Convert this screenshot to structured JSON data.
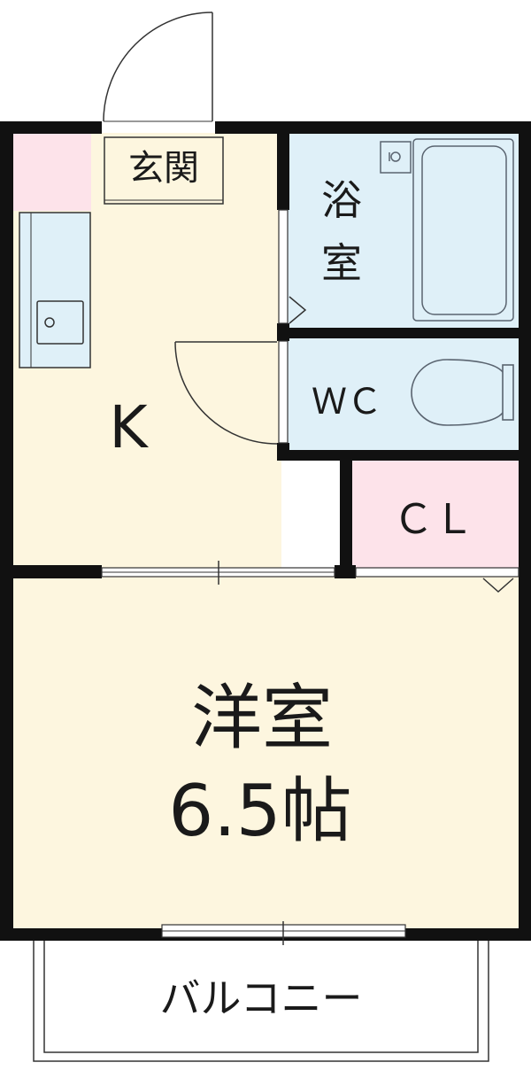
{
  "rooms": {
    "genkan": "玄関",
    "bath_line1": "浴",
    "bath_line2": "室",
    "wc": "ＷＣ",
    "kitchen": "K",
    "closet": "ＣＬ",
    "western_room": "洋室",
    "western_room_size": "6.5帖",
    "balcony": "バルコニー"
  },
  "colors": {
    "wall": "#111111",
    "living_floor": "#fdf6df",
    "wet_area": "#dff0f8",
    "pink_area": "#fde3ea",
    "fixture_line": "#5a6470"
  }
}
